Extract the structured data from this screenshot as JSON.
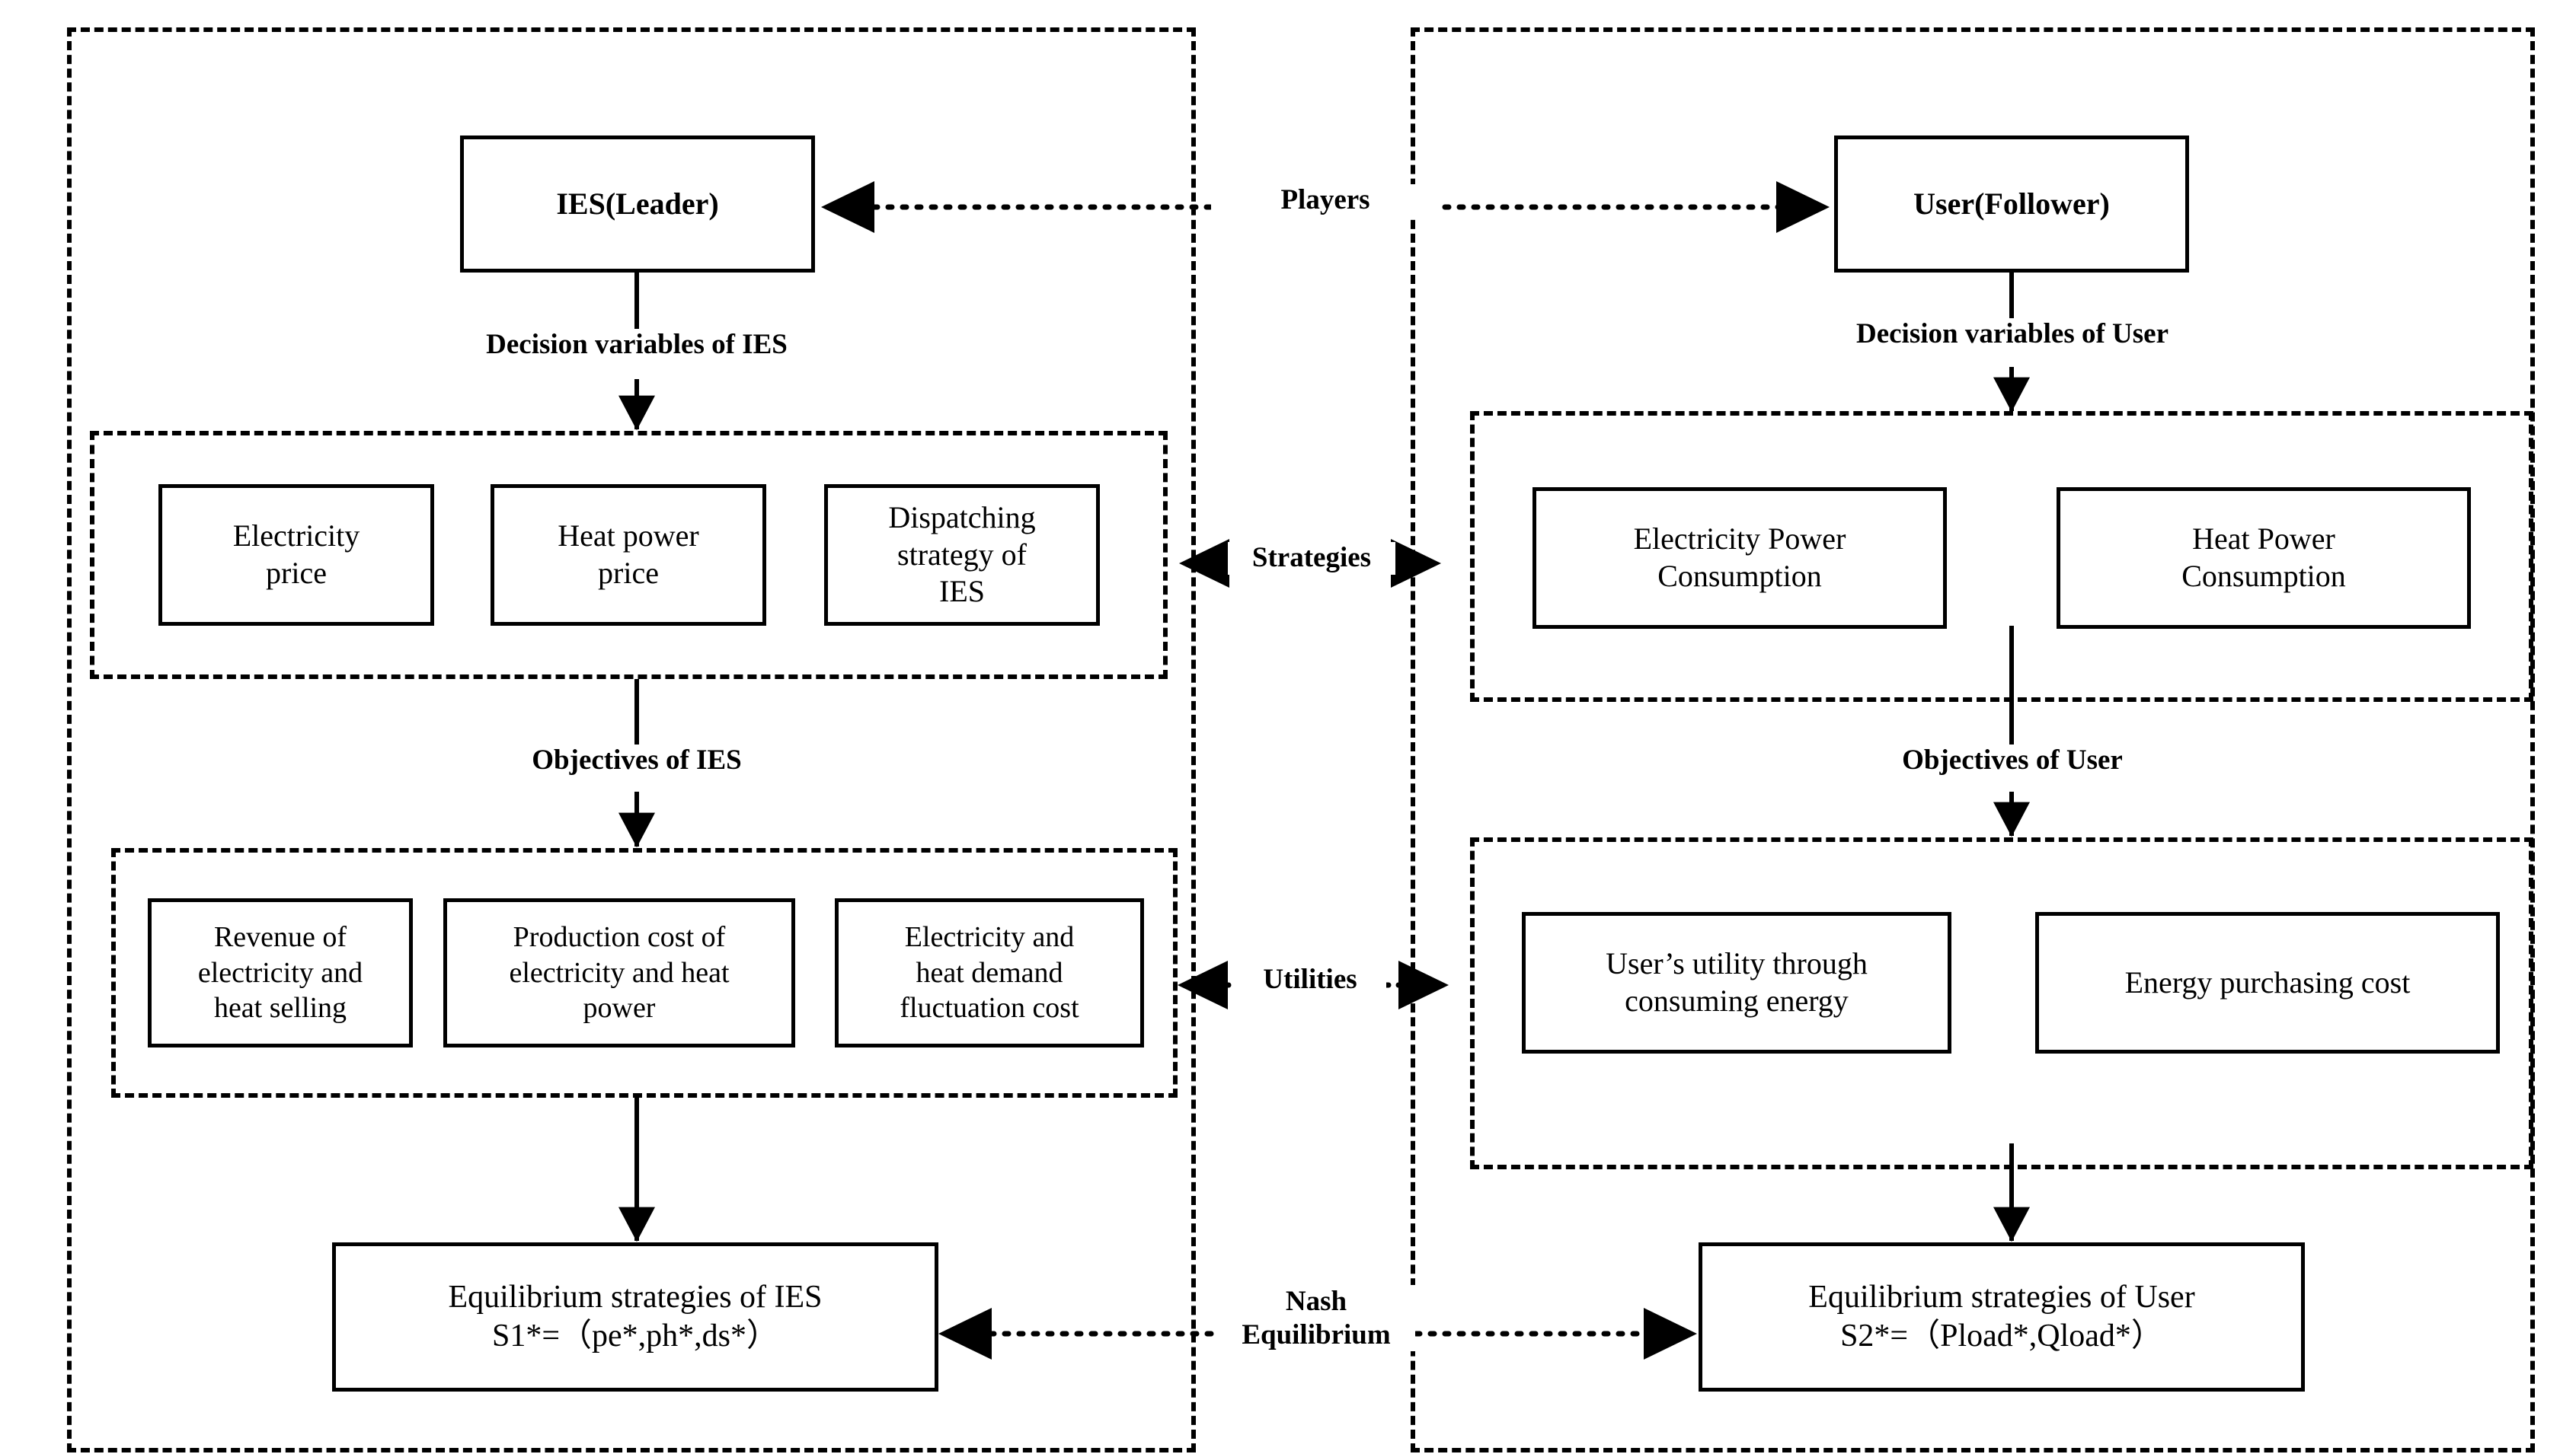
{
  "diagram": {
    "title_present": false,
    "left_panel": {
      "name": "IES side",
      "head_node": "IES(Leader)",
      "arrow_label_1": "Decision variables of IES",
      "strategies_group": {
        "boxes": [
          "Electricity\nprice",
          "Heat power\nprice",
          "Dispatching\nstrategy of\nIES"
        ]
      },
      "arrow_label_2": "Objectives of IES",
      "objectives_group": {
        "boxes": [
          "Revenue of\nelectricity and\nheat selling",
          "Production cost of\nelectricity and heat\npower",
          "Electricity and\nheat demand\nfluctuation cost"
        ]
      },
      "equilibrium_node": "Equilibrium strategies of IES\nS1*=（pe*,ph*,ds*）"
    },
    "right_panel": {
      "name": "User side",
      "head_node": "User(Follower)",
      "arrow_label_1": "Decision variables of User",
      "strategies_group": {
        "boxes": [
          "Electricity Power\nConsumption",
          "Heat Power\nConsumption"
        ]
      },
      "arrow_label_2": "Objectives of User",
      "objectives_group": {
        "boxes": [
          "User’s utility through\nconsuming energy",
          "Energy purchasing cost"
        ]
      },
      "equilibrium_node": "Equilibrium strategies of User\nS2*=（Pload*,Qload*）"
    },
    "cross_links": [
      {
        "id": "players",
        "label": "Players"
      },
      {
        "id": "strategies",
        "label": "Strategies"
      },
      {
        "id": "utilities",
        "label": "Utilities"
      },
      {
        "id": "nash",
        "label": "Nash\nEquilibrium"
      }
    ],
    "colors": {
      "stroke": "#000000",
      "background": "#ffffff"
    }
  }
}
